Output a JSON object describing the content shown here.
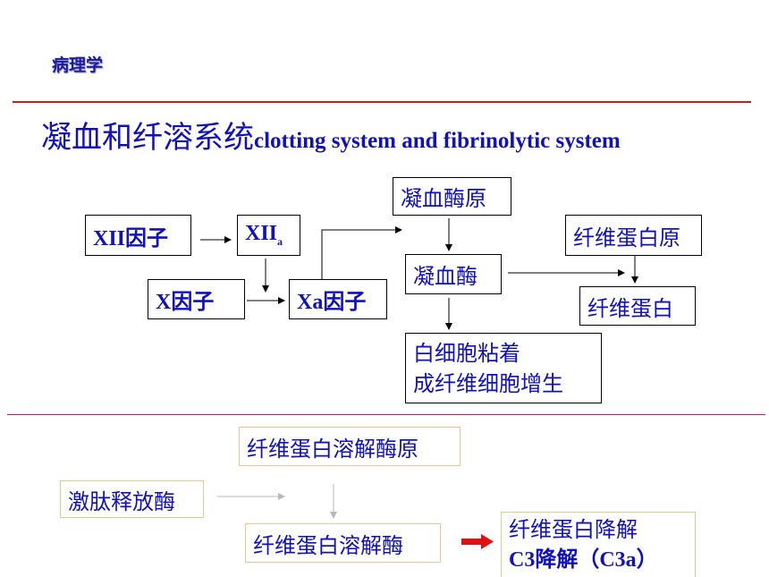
{
  "header": {
    "subject": "病理学"
  },
  "title": {
    "zh": "凝血和纤溶系统",
    "en": "clotting system and  fibrinolytic system"
  },
  "clotting": {
    "factor_xii": "XII因子",
    "xiia_main": "XII",
    "xiia_sub": "a",
    "factor_x": "X因子",
    "factor_xa": "Xa因子",
    "prothrombin": "凝血酶原",
    "thrombin": "凝血酶",
    "fibrinogen": "纤维蛋白原",
    "fibrin": "纤维蛋白",
    "effects_line1": "白细胞粘着",
    "effects_line2": "成纤维细胞增生"
  },
  "fibrinolytic": {
    "plasminogen": "纤维蛋白溶解酶原",
    "kinin_enzyme": "激肽释放酶",
    "plasmin": "纤维蛋白溶解酶",
    "result_line1": "纤维蛋白降解",
    "result_line2": "C3降解（C3a）"
  },
  "colors": {
    "text": "#1010c0",
    "top_rule": "#d81818",
    "mid_rule": "#c81a6a",
    "red_arrow": "#e01010"
  }
}
